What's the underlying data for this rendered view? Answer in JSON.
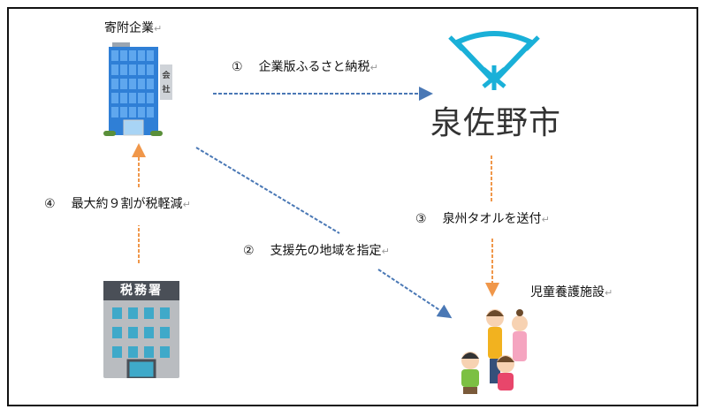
{
  "nodes": {
    "donor_company": "寄附企業",
    "company_sign": [
      "会",
      "社"
    ],
    "city": "泉佐野市",
    "childrens_home": "児童養護施設",
    "tax_office_sign": "税務署"
  },
  "return_mark": "↵",
  "steps": [
    {
      "num": "①",
      "text": "企業版ふるさと納税"
    },
    {
      "num": "②",
      "text": "支援先の地域を指定"
    },
    {
      "num": "③",
      "text": "泉州タオルを送付"
    },
    {
      "num": "④",
      "text": "最大約９割が税軽減"
    }
  ],
  "colors": {
    "blue_arrow": "#4a78b5",
    "orange_arrow": "#f0974a",
    "city_logo": "#1ab0d8"
  }
}
